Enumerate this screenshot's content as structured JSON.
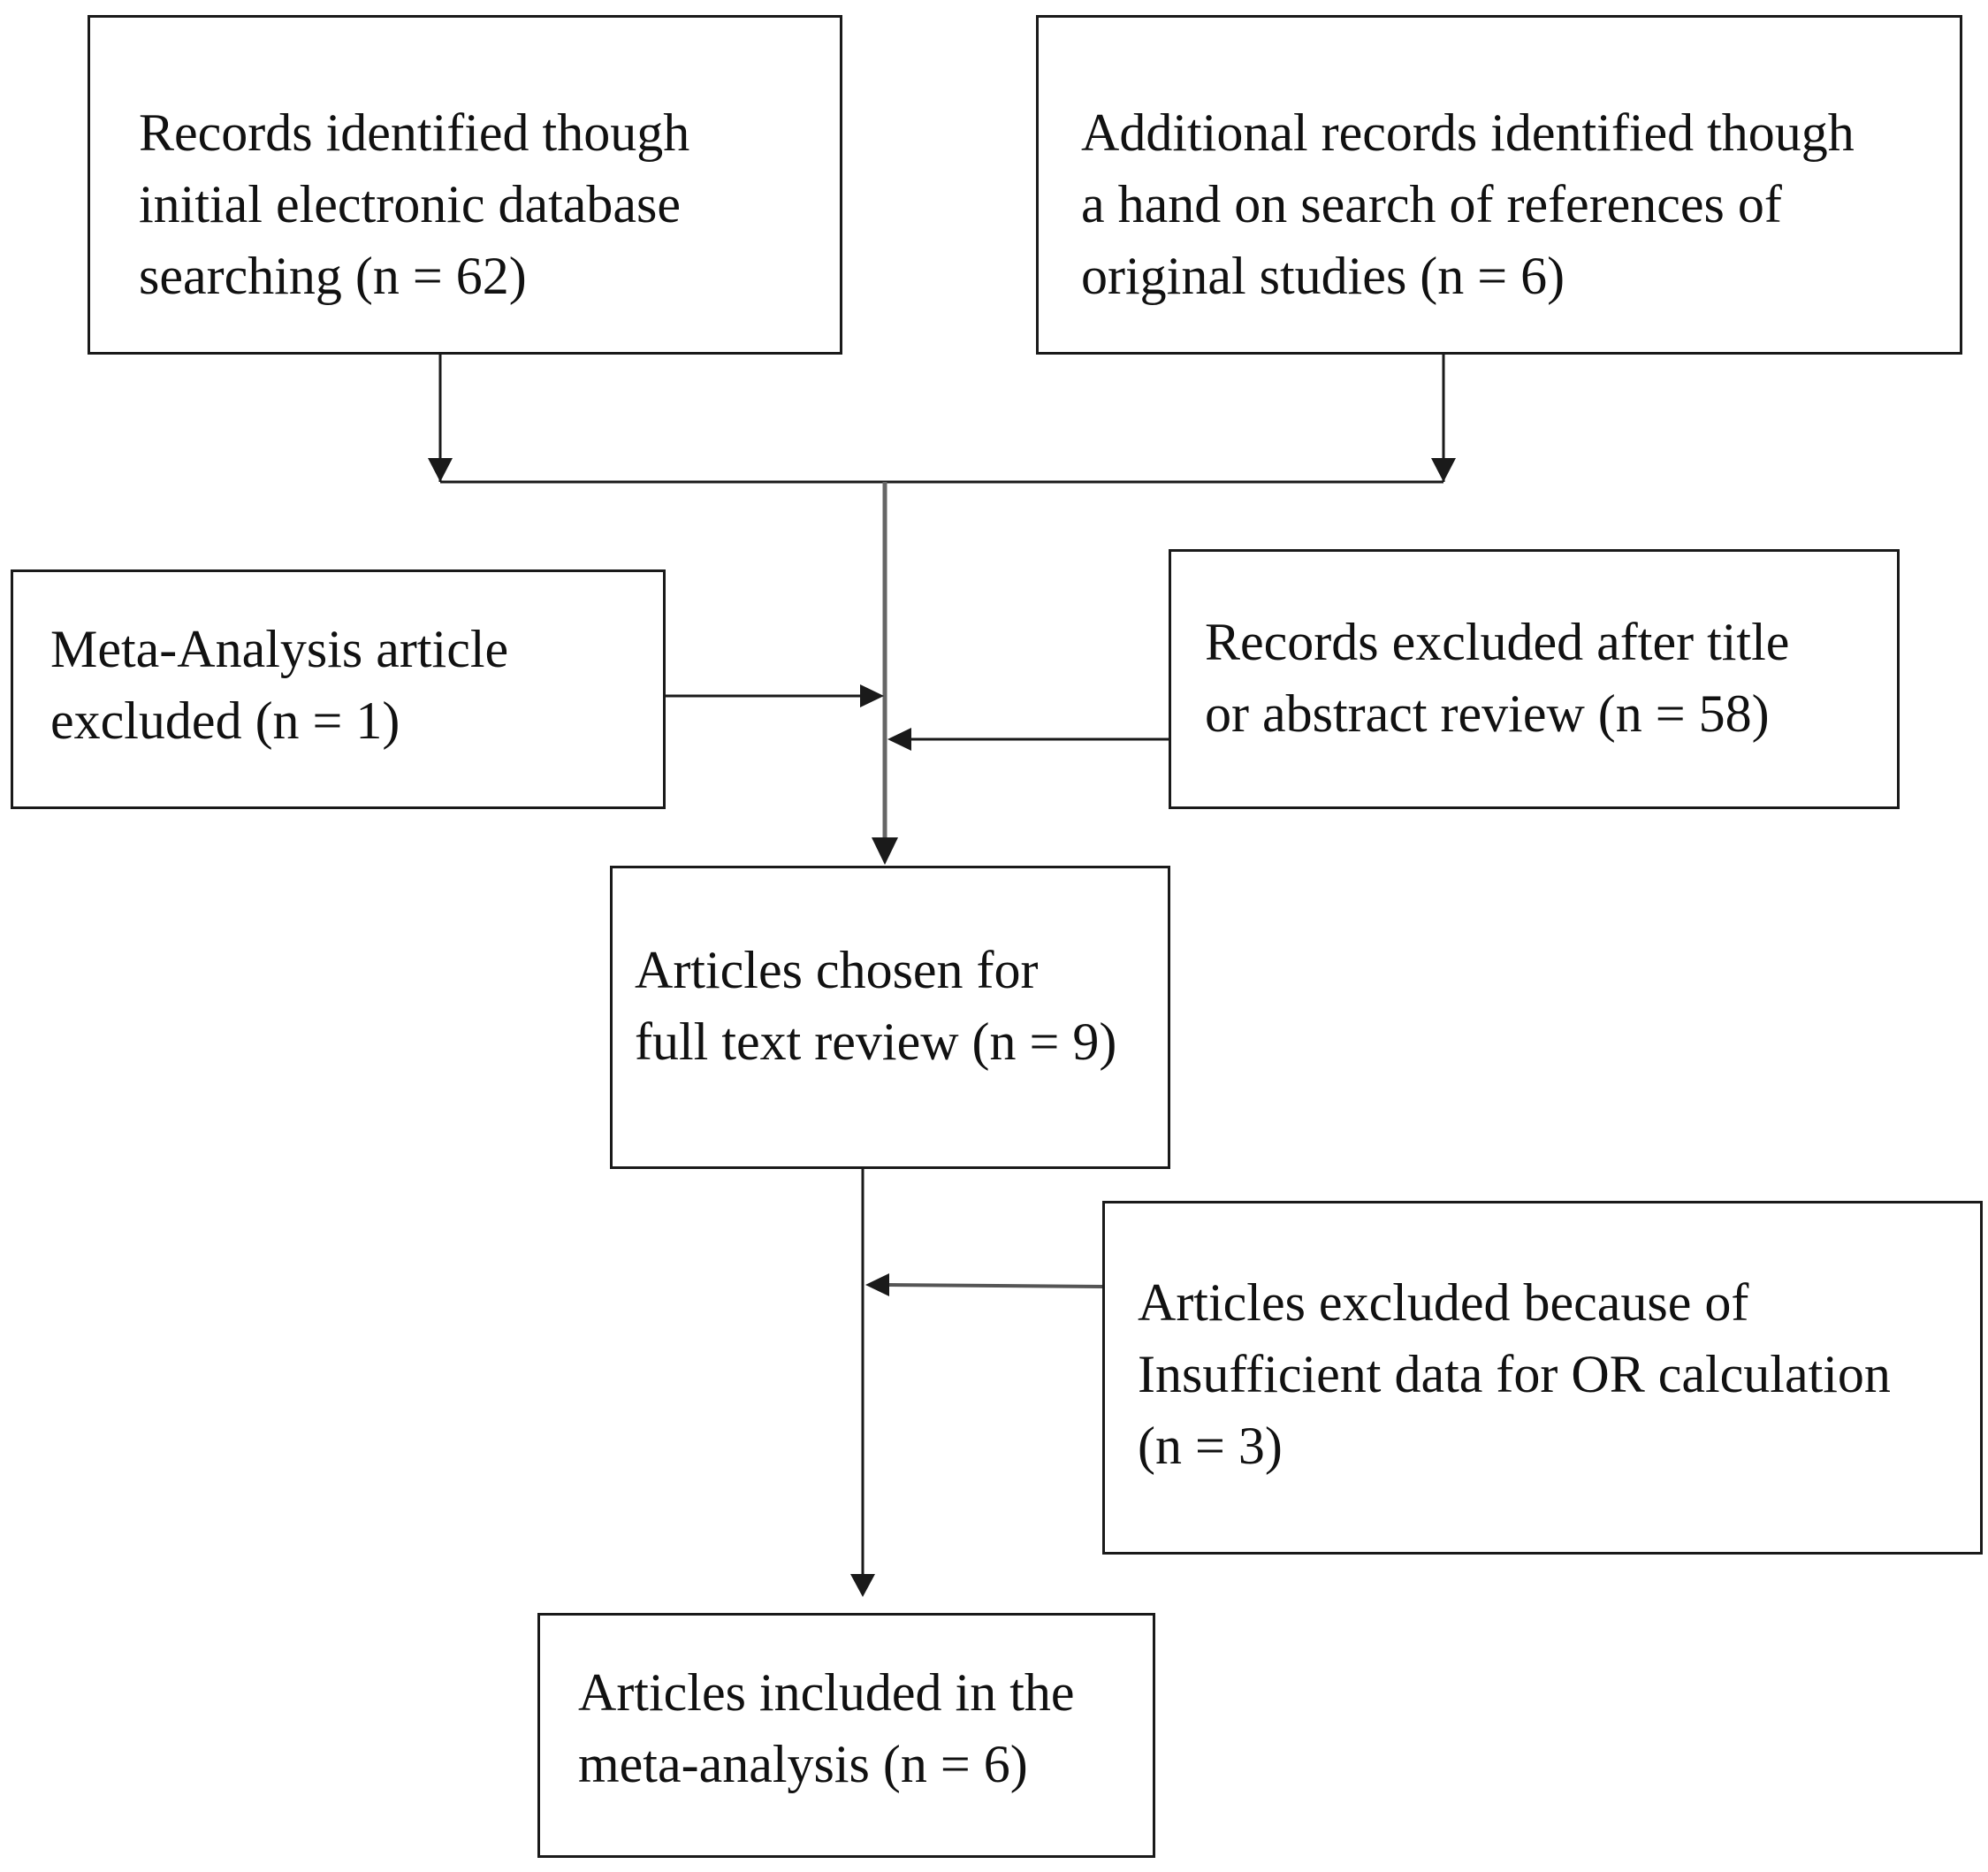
{
  "boxes": {
    "records_database": {
      "lines": [
        "Records identified though",
        "initial electronic database",
        "searching (n = 62)"
      ]
    },
    "records_hand_search": {
      "lines": [
        "Additional records identified though",
        "a hand on search of references of",
        "original studies (n = 6)"
      ]
    },
    "meta_analysis_excluded": {
      "lines": [
        "Meta-Analysis article",
        "excluded (n = 1)"
      ]
    },
    "records_excluded_title": {
      "lines": [
        "Records excluded after title",
        "or abstract review (n = 58)"
      ]
    },
    "full_text_review": {
      "lines": [
        "Articles chosen for",
        "full text review (n = 9)"
      ]
    },
    "insufficient_data_excluded": {
      "lines": [
        "Articles excluded because of",
        "Insufficient data for OR calculation",
        "(n = 3)"
      ]
    },
    "included_meta_analysis": {
      "lines": [
        "Articles included in the",
        "meta-analysis (n = 6)"
      ]
    }
  },
  "colors": {
    "line": "#1a1a1a",
    "main_flow": "#666666"
  }
}
